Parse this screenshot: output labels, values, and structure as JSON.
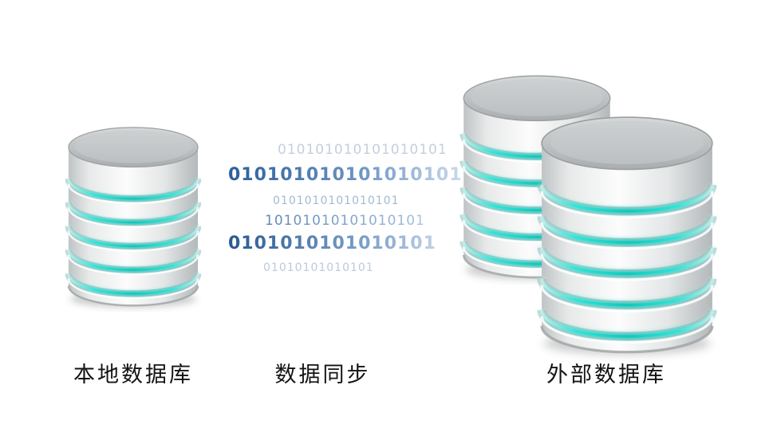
{
  "illustration": {
    "local_database": {
      "label": "本地数据库"
    },
    "sync": {
      "label": "数据同步"
    },
    "external_database": {
      "label": "外部数据库"
    }
  },
  "binary_stream": {
    "lines": [
      {
        "text": "010101010101010101"
      },
      {
        "text": "010101010101010101"
      },
      {
        "text": "0101010101010101"
      },
      {
        "text": "10101010101010101"
      },
      {
        "text": "0101010101010101"
      },
      {
        "text": "01010101010101"
      }
    ]
  },
  "colors": {
    "teal_glow": "#2ee6d8",
    "binary_blue_dark": "#2b5e9c",
    "binary_blue_light": "#c5cfde",
    "cylinder_body": "#f2f3f4",
    "cylinder_top": "#b9bdbf",
    "label_text": "#141414",
    "background": "#ffffff"
  }
}
